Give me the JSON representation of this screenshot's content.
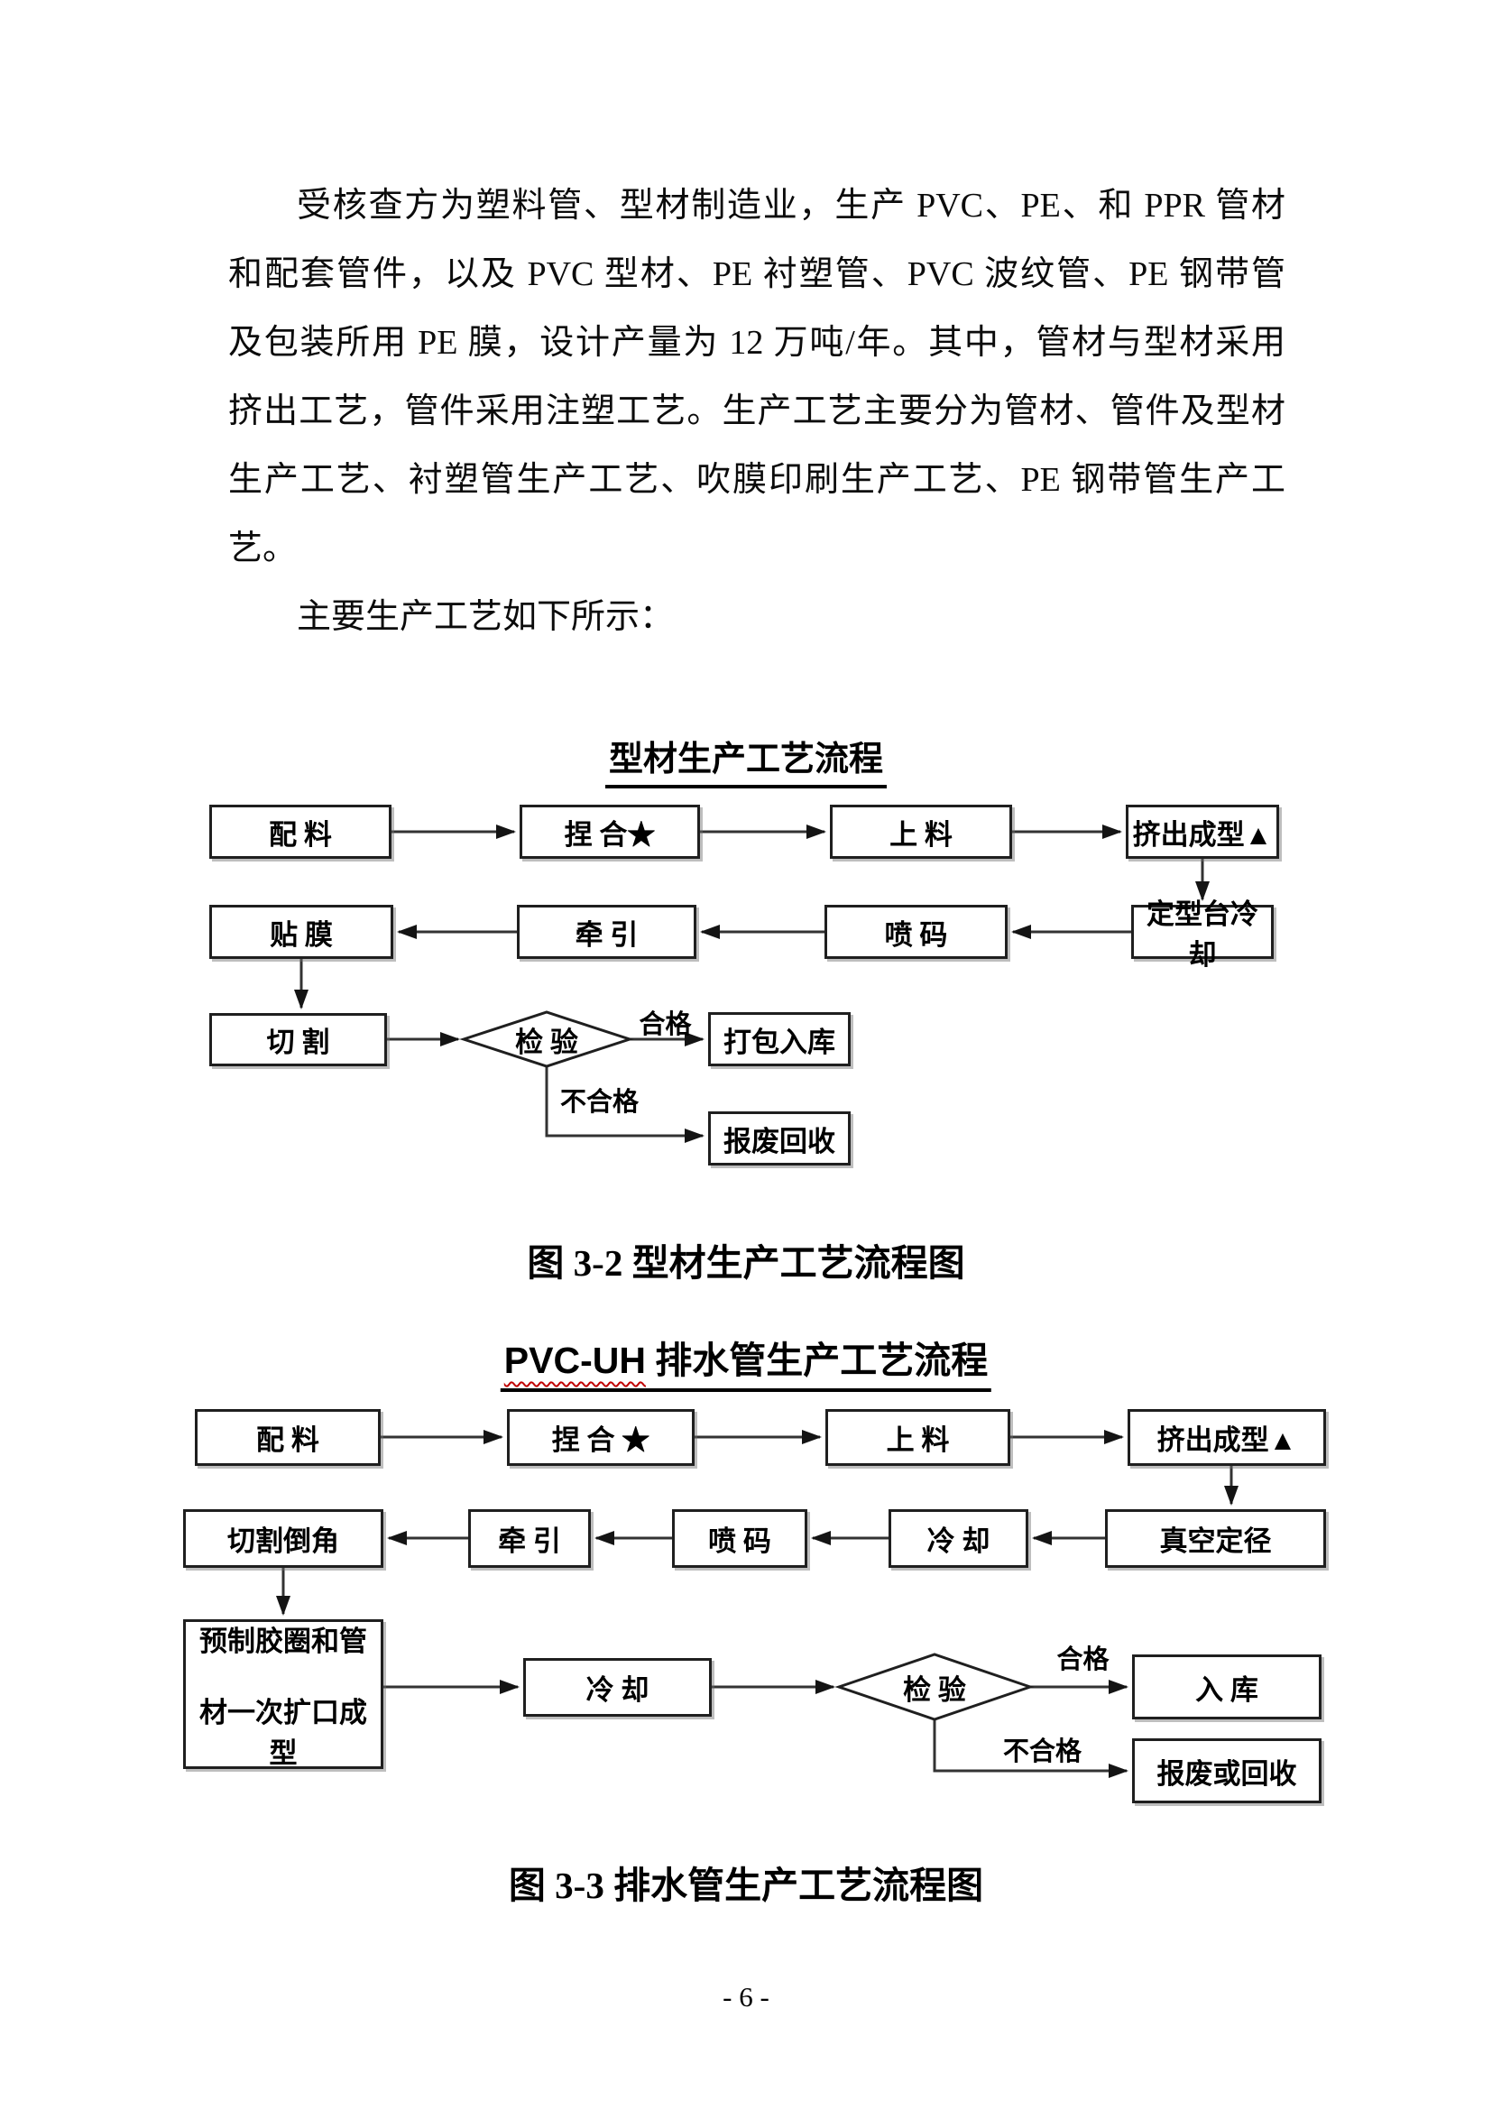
{
  "colors": {
    "text": "#000000",
    "line": "#333333",
    "spellcheck_underline": "#c00000"
  },
  "paragraph": {
    "lines": [
      "受核查方为塑料管、型材制造业，生产 PVC、PE、和 PPR 管材",
      "和配套管件，以及 PVC 型材、PE 衬塑管、PVC 波纹管、PE 钢带管",
      "及包装所用 PE 膜，设计产量为 12 万吨/年。其中，管材与型材采用",
      "挤出工艺，管件采用注塑工艺。生产工艺主要分为管材、管件及型材",
      "生产工艺、衬塑管生产工艺、吹膜印刷生产工艺、PE 钢带管生产工",
      "艺。",
      "主要生产工艺如下所示："
    ]
  },
  "figure1": {
    "title": "型材生产工艺流程",
    "caption": "图 3-2 型材生产工艺流程图",
    "row1": [
      "配 料",
      "捏 合★",
      "上 料",
      "挤出成型▲"
    ],
    "row2": [
      "贴 膜",
      "牵 引",
      "喷 码",
      "定型台冷却"
    ],
    "cut": "切 割",
    "inspect": "检 验",
    "pack": "打包入库",
    "scrap": "报废回收",
    "pass_label": "合格",
    "fail_label": "不合格"
  },
  "figure2": {
    "title_latin": "PVC-UH",
    "title_cn": " 排水管生产工艺流程",
    "caption": "图 3-3 排水管生产工艺流程图",
    "row1": [
      "配 料",
      "捏 合 ★",
      "上 料",
      "挤出成型▲"
    ],
    "row2": [
      "切割倒角",
      "牵 引",
      "喷 码",
      "冷 却",
      "真空定径"
    ],
    "preform_line1": "预制胶圈和管",
    "preform_line2": "材一次扩口成型",
    "cool": "冷 却",
    "inspect": "检 验",
    "store": "入 库",
    "scrap": "报废或回收",
    "pass_label": "合格",
    "fail_label": "不合格"
  },
  "footer": {
    "page_number": "- 6 -"
  }
}
